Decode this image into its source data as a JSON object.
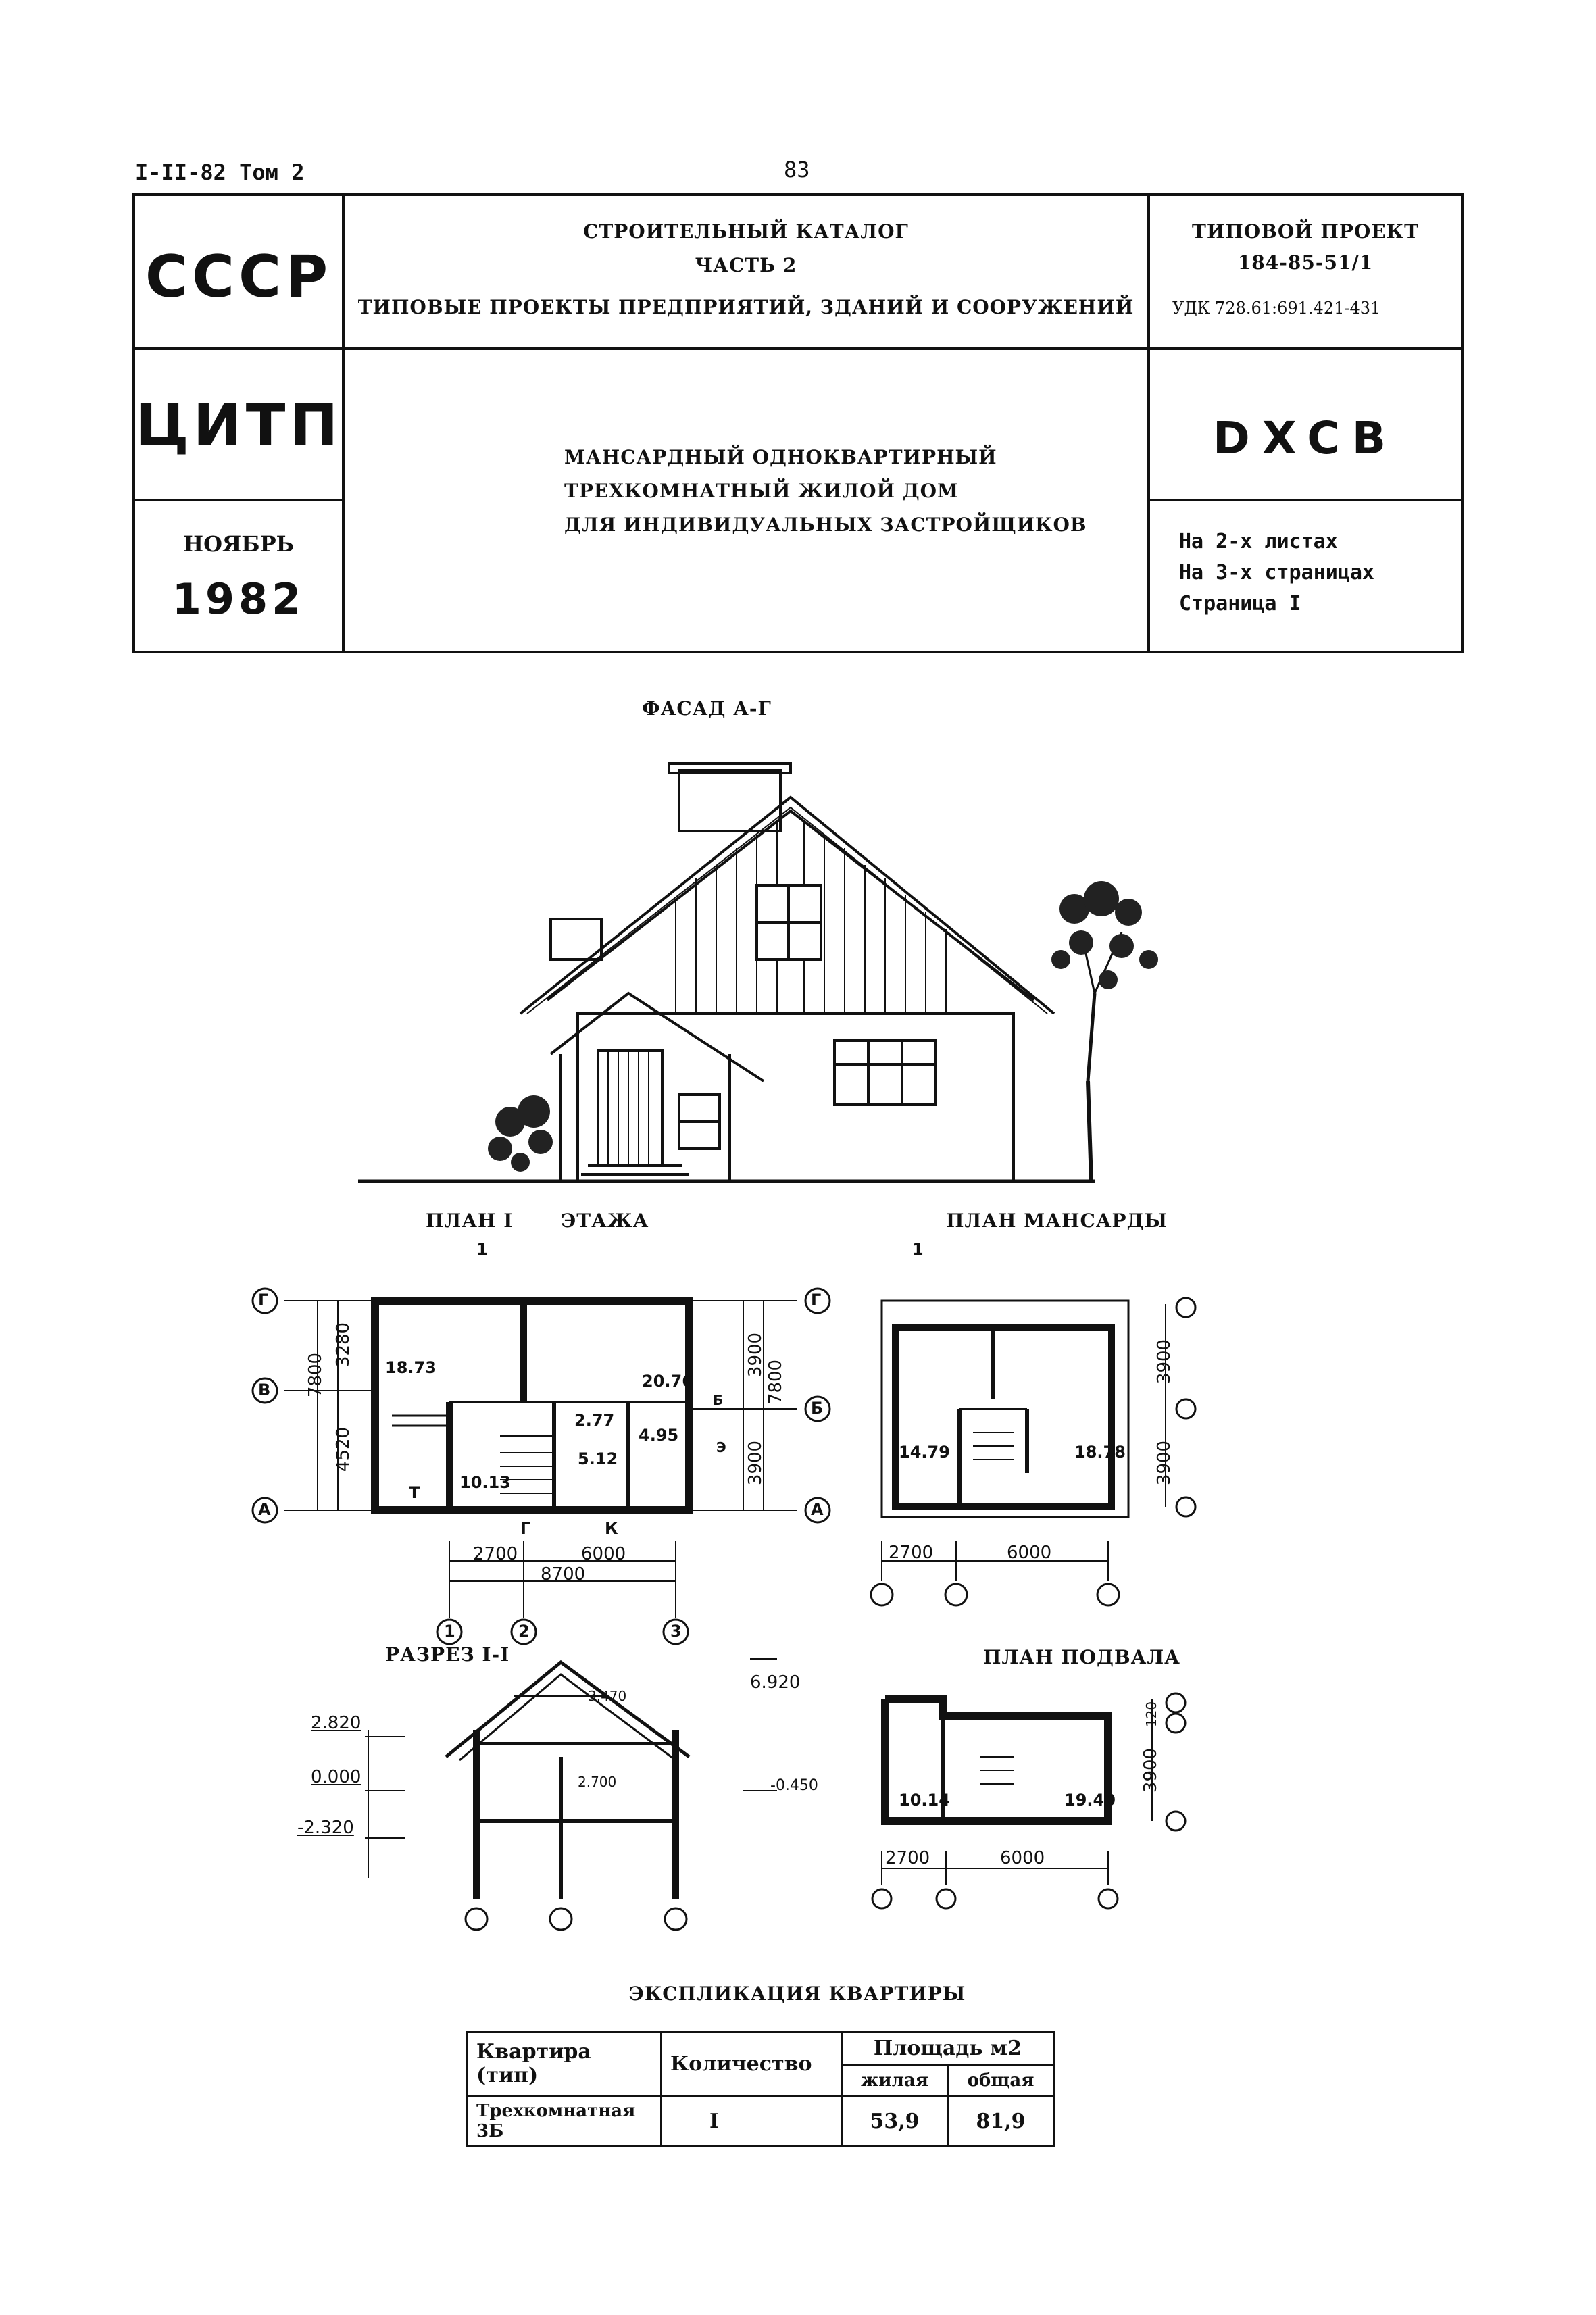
{
  "header": {
    "series": "I-II-82 Том 2",
    "page_number": "83"
  },
  "title_block": {
    "org1": "СССР",
    "org2": "ЦИТП",
    "date_month": "НОЯБРЬ",
    "date_year": "1982",
    "catalog_line1": "СТРОИТЕЛЬНЫЙ КАТАЛОГ",
    "catalog_line2": "ЧАСТЬ 2",
    "catalog_line3": "ТИПОВЫЕ ПРОЕКТЫ ПРЕДПРИЯТИЙ, ЗДАНИЙ И СООРУЖЕНИЙ",
    "project_label": "ТИПОВОЙ ПРОЕКТ",
    "project_number": "184-85-51/1",
    "udk": "УДК 728.61:691.421-431",
    "description_line1": "МАНСАРДНЫЙ ОДНОКВАРТИРНЫЙ",
    "description_line2": "ТРЕХКОМНАТНЫЙ ЖИЛОЙ ДОМ",
    "description_line3": "ДЛЯ ИНДИВИДУАЛЬНЫХ ЗАСТРОЙЩИКОВ",
    "code": "DXCB",
    "sheets": "На 2-х листах",
    "pages": "На 3-х страницах",
    "page": "Страница I"
  },
  "drawings": {
    "facade_title": "ФАСАД А-Г",
    "plan1_title": "ПЛАН I",
    "plan1_title2": "ЭТАЖА",
    "attic_title": "ПЛАН МАНСАРДЫ",
    "section_title": "РАЗРЕЗ I-I",
    "basement_title": "ПЛАН ПОДВАЛА",
    "dims_plan1": [
      "2700",
      "6000",
      "8700"
    ],
    "dims_plan1_vert": [
      "7800",
      "3280",
      "4520",
      "3900",
      "7800",
      "3900"
    ],
    "dims_attic": [
      "2700",
      "6000"
    ],
    "dims_attic_vert": [
      "3900",
      "3900"
    ],
    "dims_basement": [
      "2700",
      "6000"
    ],
    "dims_basement_vert": [
      "3900",
      "120"
    ],
    "axes_letters": [
      "Г",
      "В",
      "А",
      "Г",
      "Б",
      "А"
    ],
    "axes_numbers": [
      "1",
      "2",
      "3"
    ],
    "room_areas_plan1": [
      "18.73",
      "20.76",
      "2.77",
      "4.95",
      "5.12",
      "10.13"
    ],
    "room_areas_attic": [
      "14.79",
      "18.78"
    ],
    "room_areas_basement": [
      "10.14",
      "19.40"
    ],
    "levels": [
      "2.820",
      "0.000",
      "-2.320",
      "6.920",
      "-0.450",
      "3.470",
      "2.700"
    ],
    "plan_marks": [
      "1",
      "1",
      "Г",
      "К",
      "Т",
      "Б",
      "Э"
    ]
  },
  "explication": {
    "title": "ЭКСПЛИКАЦИЯ КВАРТИРЫ",
    "col_type": "Квартира (тип)",
    "col_qty": "Количество",
    "col_area": "Площадь м2",
    "col_living": "жилая",
    "col_total": "общая",
    "row_type": "Трехкомнатная 3Б",
    "row_qty": "I",
    "row_living": "53,9",
    "row_total": "81,9"
  }
}
